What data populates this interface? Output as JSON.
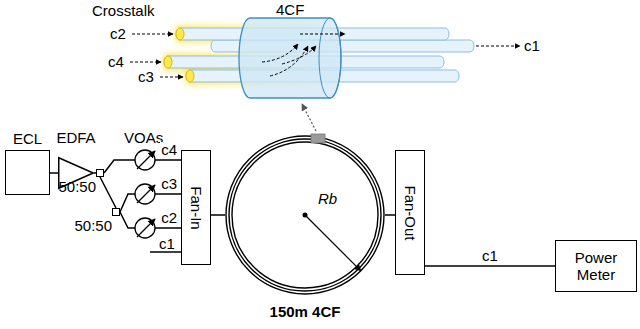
{
  "diagram": {
    "nodes": [
      {
        "text": [
          "ECL"
        ]
      },
      {
        "text": [
          "EDFA"
        ]
      },
      {
        "text": [
          "50:50"
        ]
      },
      {
        "text": [
          "50:50"
        ]
      },
      {
        "text": [
          "Fan-In"
        ]
      },
      {
        "text": [
          "150m 4CF"
        ]
      },
      {
        "text": [
          "Fan-Out"
        ]
      },
      {
        "text": [
          "Power Meter"
        ]
      }
    ],
    "edges": [
      {
        "from": 0,
        "to": 1,
        "arrow": "none"
      },
      {
        "from": 1,
        "to": 2,
        "arrow": "none"
      },
      {
        "from": 2,
        "to": 4,
        "label": "c4",
        "arrow": "none"
      },
      {
        "from": 2,
        "to": 3,
        "arrow": "none"
      },
      {
        "from": 3,
        "to": 4,
        "label": "c3",
        "arrow": "none"
      },
      {
        "from": 3,
        "to": 4,
        "label": "c2",
        "arrow": "none"
      },
      {
        "from": 4,
        "to": 5,
        "arrow": "none"
      },
      {
        "from": 5,
        "to": 6,
        "arrow": "none"
      },
      {
        "from": 6,
        "to": 7,
        "label": "c1",
        "arrow": "none"
      }
    ],
    "labels": [
      "c1",
      "Rb",
      "VOAs",
      "Crosstalk",
      "4CF",
      "c2",
      "c4",
      "c3",
      "c1"
    ]
  }
}
